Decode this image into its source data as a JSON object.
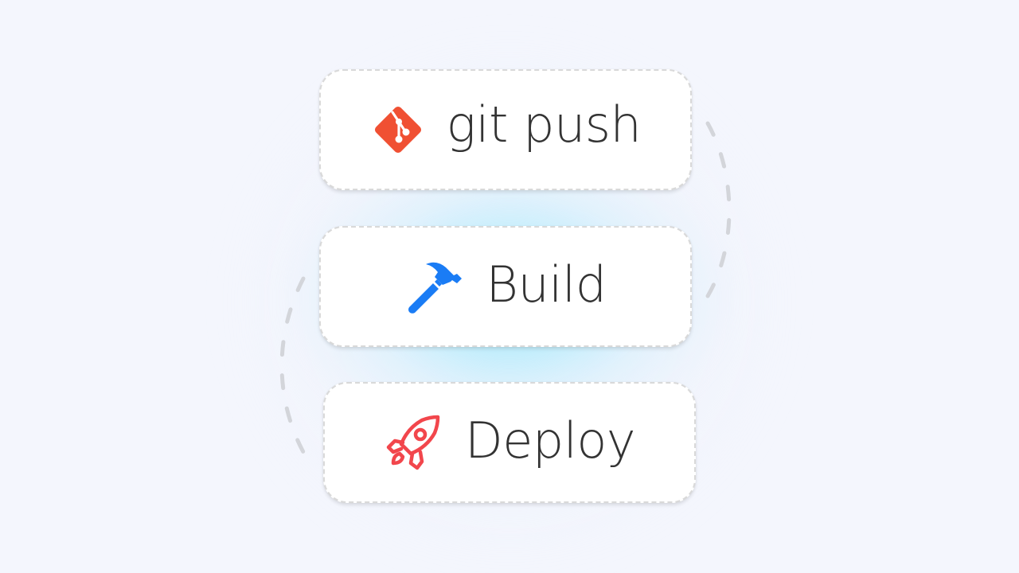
{
  "pipeline": {
    "steps": [
      {
        "label": "git push",
        "icon": "git-logo-icon",
        "icon_color": "#f05033"
      },
      {
        "label": "Build",
        "icon": "hammer-icon",
        "icon_color": "#1a7cf5"
      },
      {
        "label": "Deploy",
        "icon": "rocket-icon",
        "icon_color": "#f2464c"
      }
    ]
  },
  "colors": {
    "background": "#f4f6fd",
    "glow": "#a8ecfb",
    "card_bg": "#ffffff",
    "card_border": "#d9d9d9",
    "connector": "#d3d5da",
    "text": "#333333"
  }
}
